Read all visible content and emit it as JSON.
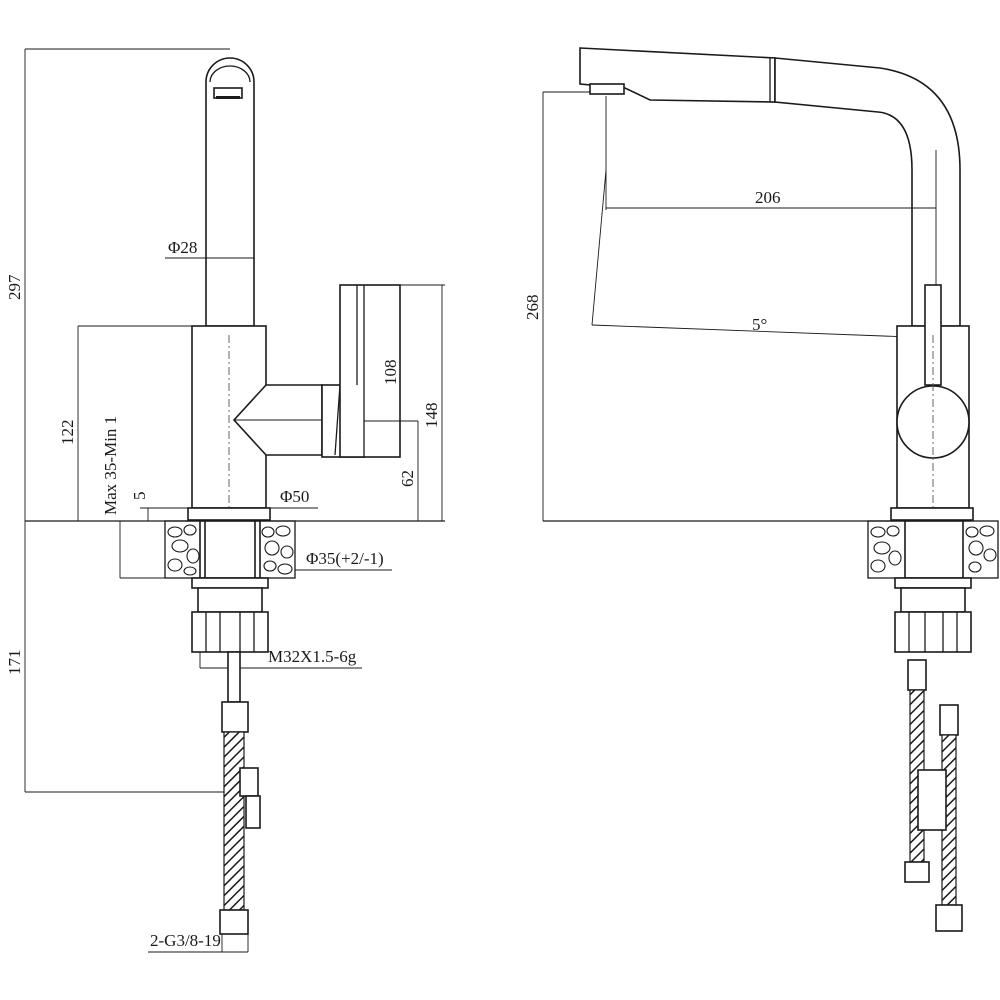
{
  "dimensions": {
    "left_view": {
      "total_height": "297",
      "spout_diameter": "Φ28",
      "body_height": "122",
      "lever_height": "108",
      "lever_top": "148",
      "lever_bottom": "62",
      "max_min_thickness": "Max 35-Min 1",
      "washer": "5",
      "base_diameter": "Φ50",
      "hole_diameter": "Φ35(+2/-1)",
      "thread": "M32X1.5-6g",
      "below_counter": "171",
      "hose_connection": "2-G3/8-19"
    },
    "right_view": {
      "height": "268",
      "reach": "206",
      "angle": "5°"
    }
  }
}
